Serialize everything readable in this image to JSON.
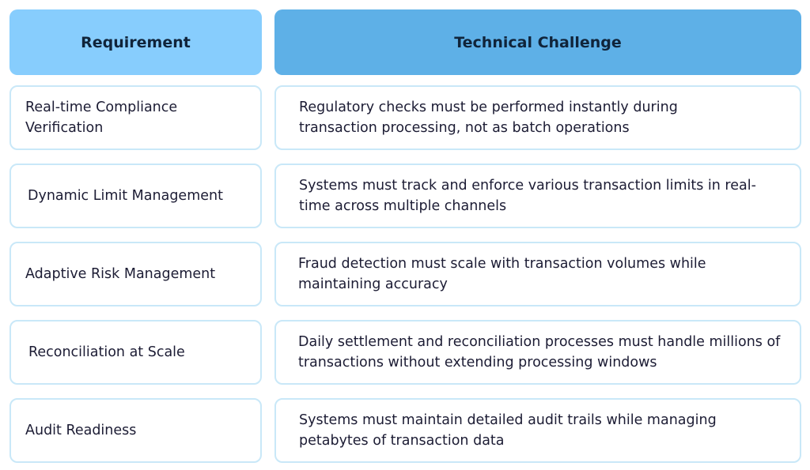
{
  "header": {
    "requirement": "Requirement",
    "challenge": "Technical Challenge"
  },
  "rows": [
    {
      "requirement": "Real-time Compliance Verification",
      "challenge": "Regulatory checks must be performed instantly during transaction processing, not as batch operations"
    },
    {
      "requirement": "Dynamic Limit Management",
      "challenge": "Systems must track and enforce various transaction limits in real-time across multiple channels"
    },
    {
      "requirement": "Adaptive Risk Management",
      "challenge": "Fraud detection must scale with transaction volumes while maintaining accuracy"
    },
    {
      "requirement": "Reconciliation at Scale",
      "challenge": "Daily settlement and reconciliation processes must handle millions of transactions without extending processing windows"
    },
    {
      "requirement": "Audit Readiness",
      "challenge": "Systems must maintain detailed audit trails while managing petabytes of transaction data"
    }
  ],
  "colors": {
    "header_left": "#87cdfd",
    "header_right": "#5eb0e7",
    "cell_border": "#c9e8f8",
    "text": "#1c1c34"
  }
}
